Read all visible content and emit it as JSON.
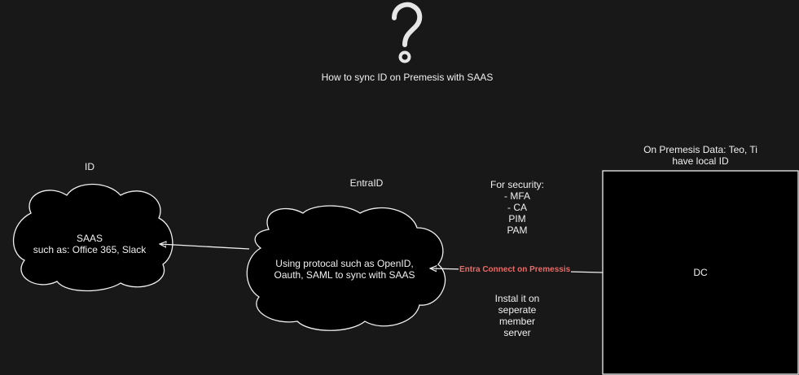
{
  "colors": {
    "background": "#181818",
    "stroke": "#f0f0f0",
    "fill": "#000000",
    "edge_label": "#ea6b66"
  },
  "question_icon": "question-mark-icon",
  "title": "How to sync ID on Premesis with SAAS",
  "nodes": {
    "saas_cloud": {
      "caption": "ID",
      "text": "SAAS\nsuch as: Office 365, Slack"
    },
    "entra_cloud": {
      "caption": "EntraID",
      "text": "Using protocal such as OpenID,\nOauth, SAML to sync with SAAS"
    },
    "dc_box": {
      "caption": "On Premesis Data: Teo, Ti\nhave local ID",
      "text": "DC"
    }
  },
  "security_note": "For security:\n- MFA\n- CA\nPIM\nPAM",
  "install_note": "Instal it on\nseperate\nmember\nserver",
  "edges": {
    "entra_to_saas": {
      "label": ""
    },
    "dc_to_entra": {
      "label": "Entra Connect on Premessis"
    }
  }
}
